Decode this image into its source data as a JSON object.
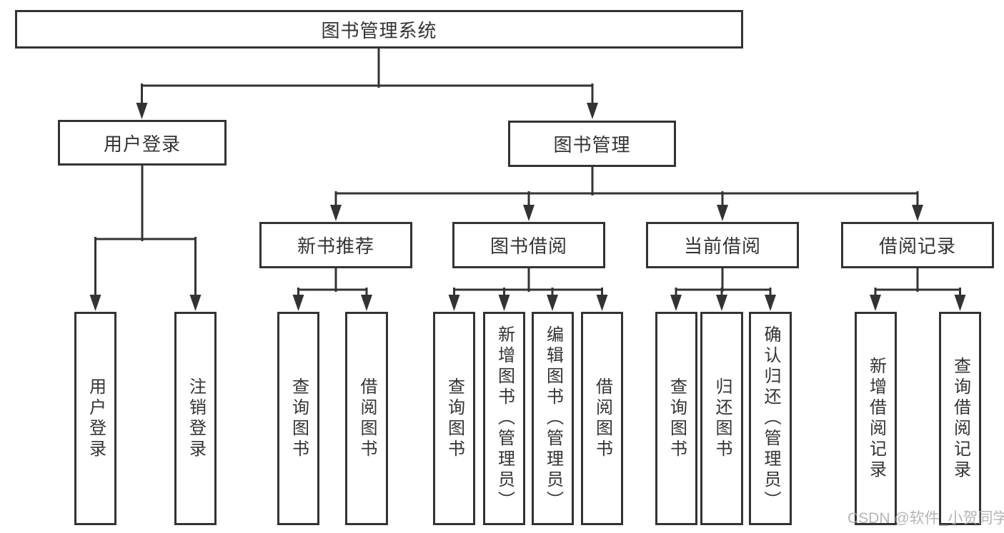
{
  "root": {
    "label": "图书管理系统",
    "children": [
      {
        "label": "用户登录",
        "children": [
          {
            "label": "用户登录"
          },
          {
            "label": "注销登录"
          }
        ]
      },
      {
        "label": "图书管理",
        "children": [
          {
            "label": "新书推荐",
            "children": [
              {
                "label": "查询图书"
              },
              {
                "label": "借阅图书"
              }
            ]
          },
          {
            "label": "图书借阅",
            "children": [
              {
                "label": "查询图书"
              },
              {
                "label": "新增图书（管理员）"
              },
              {
                "label": "编辑图书（管理员）"
              },
              {
                "label": "借阅图书"
              }
            ]
          },
          {
            "label": "当前借阅",
            "children": [
              {
                "label": "查询图书"
              },
              {
                "label": "归还图书"
              },
              {
                "label": "确认归还（管理员）"
              }
            ]
          },
          {
            "label": "借阅记录",
            "children": [
              {
                "label": "新增借阅记录"
              },
              {
                "label": "查询借阅记录"
              }
            ]
          }
        ]
      }
    ]
  },
  "watermark": {
    "text": "CSDN @软件_小贺同学"
  },
  "colors": {
    "line": "#333333",
    "text": "#333333",
    "background": "#ffffff",
    "watermark": "#a9a9a9"
  }
}
